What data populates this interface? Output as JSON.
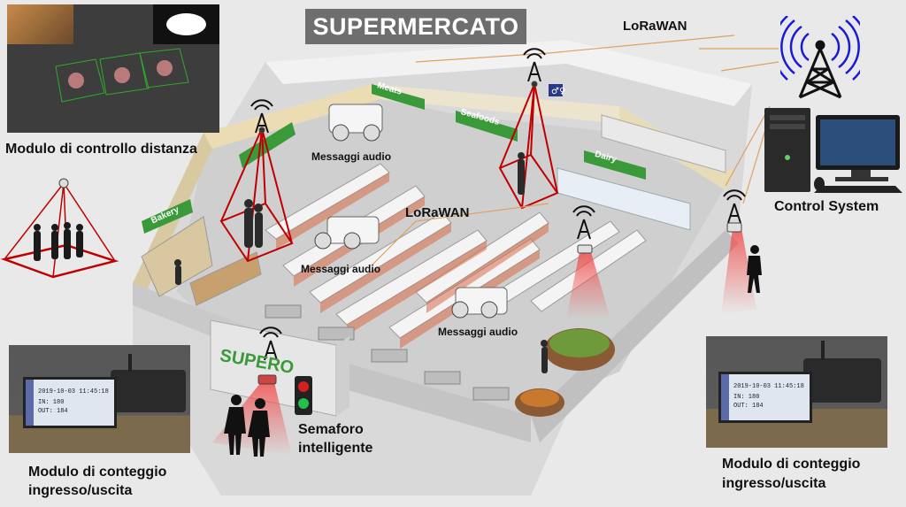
{
  "title": "SUPERMERCATO",
  "labels": {
    "lorawan_top": "LoRaWAN",
    "lorawan_center": "LoRaWAN",
    "audio_1": "Messaggi audio",
    "audio_2": "Messaggi audio",
    "audio_3": "Messaggi audio",
    "distance_module": "Modulo di controllo distanza",
    "control_system": "Control System",
    "traffic_light_line1": "Semaforo",
    "traffic_light_line2": "intelligente",
    "count_left_line1": "Modulo di conteggio",
    "count_left_line2": "ingresso/uscita",
    "count_right_line1": "Modulo di conteggio",
    "count_right_line2": "ingresso/uscita"
  },
  "store_signs": {
    "meats": "Meats",
    "seafoods": "Seafoods",
    "dairy": "Dairy",
    "bakery": "Bakery",
    "storefront": "SUPERO"
  },
  "counter_screen": {
    "timestamp": "2019-10-03 11:45:18",
    "in_count": "IN: 180",
    "out_count": "OUT: 184"
  },
  "colors": {
    "camera_cone": "#e23a3a",
    "zone_outline": "#c00000",
    "wifi_arcs": "#1a1ad6",
    "sign_green": "#3a9a3a",
    "link_lines": "#e0a060"
  },
  "icons": [
    "antenna-icon",
    "camera-icon",
    "speaker-icon",
    "traffic-light-icon",
    "computer-icon",
    "restroom-icon"
  ]
}
